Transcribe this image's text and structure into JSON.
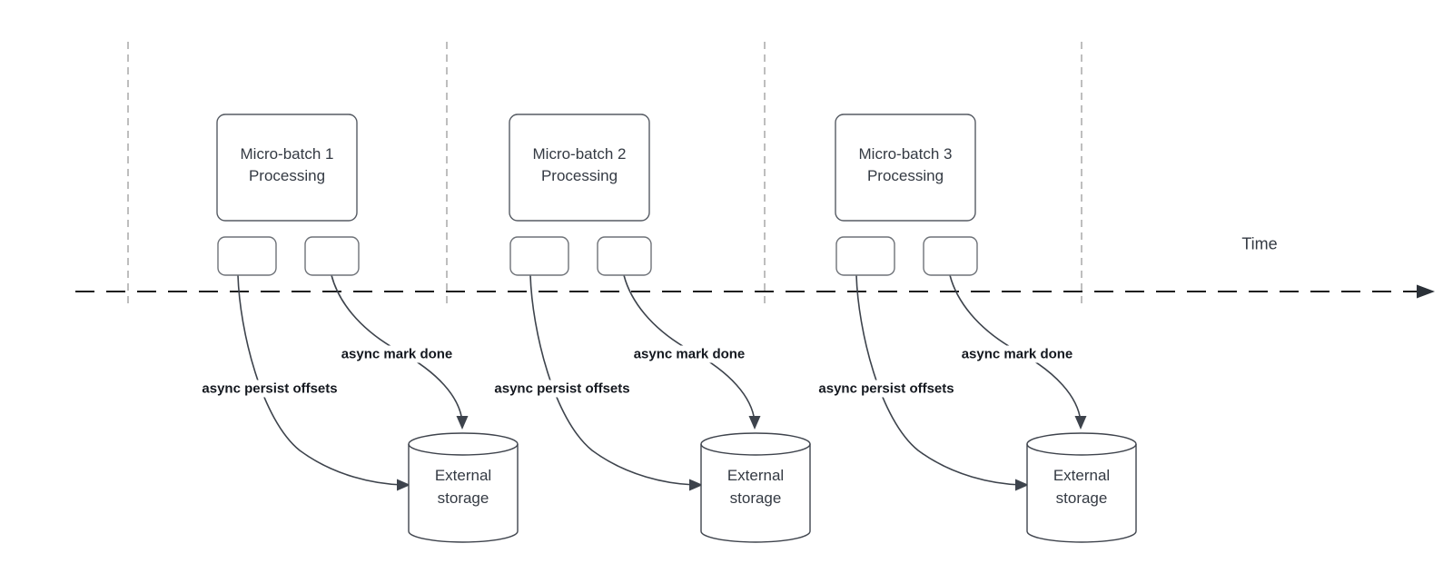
{
  "diagram": {
    "time_axis_label": "Time",
    "colors": {
      "connector": "#3d434c",
      "timeline": "#1c1c1c",
      "guide_line": "#a8a8a8",
      "shape_stroke": "#565b63",
      "text": "#343a43",
      "label_text": "#14181f",
      "background": "#ffffff"
    },
    "batches": [
      {
        "title": "Micro-batch 1\nProcessing",
        "persist_label": "async persist offsets",
        "mark_done_label": "async mark done",
        "storage_label": "External\nstorage"
      },
      {
        "title": "Micro-batch 2\nProcessing",
        "persist_label": "async persist offsets",
        "mark_done_label": "async mark done",
        "storage_label": "External\nstorage"
      },
      {
        "title": "Micro-batch 3\nProcessing",
        "persist_label": "async persist offsets",
        "mark_done_label": "async mark done",
        "storage_label": "External\nstorage"
      }
    ]
  }
}
